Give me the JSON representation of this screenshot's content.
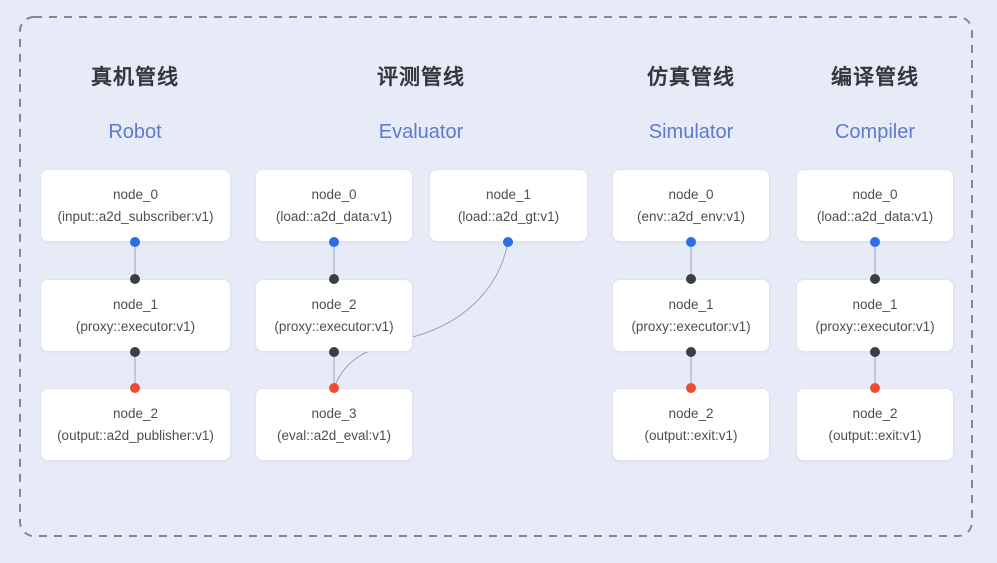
{
  "diagram": {
    "kind": "pipeline-architecture",
    "colors": {
      "background": "#e7ebf7",
      "frame_dash": "#83878f",
      "wire": "#9aa3b8",
      "port_blue": "#2b6de3",
      "port_black": "#3c3e42",
      "port_red": "#f04a33",
      "header_zh": "#33363c",
      "header_en": "#5b7cc9",
      "node_fill": "#ffffff",
      "node_border": "#e1e3e9"
    },
    "pipelines": [
      {
        "id": "robot",
        "title_zh": "真机管线",
        "title_en": "Robot",
        "nodes": [
          {
            "name": "node_0",
            "impl": "(input::a2d_subscriber:v1)"
          },
          {
            "name": "node_1",
            "impl": "(proxy::executor:v1)"
          },
          {
            "name": "node_2",
            "impl": "(output::a2d_publisher:v1)"
          }
        ]
      },
      {
        "id": "evaluator",
        "title_zh": "评测管线",
        "title_en": "Evaluator",
        "nodes": [
          {
            "name": "node_0",
            "impl": "(load::a2d_data:v1)"
          },
          {
            "name": "node_1",
            "impl": "(load::a2d_gt:v1)"
          },
          {
            "name": "node_2",
            "impl": "(proxy::executor:v1)"
          },
          {
            "name": "node_3",
            "impl": "(eval::a2d_eval:v1)"
          }
        ]
      },
      {
        "id": "simulator",
        "title_zh": "仿真管线",
        "title_en": "Simulator",
        "nodes": [
          {
            "name": "node_0",
            "impl": "(env::a2d_env:v1)"
          },
          {
            "name": "node_1",
            "impl": "(proxy::executor:v1)"
          },
          {
            "name": "node_2",
            "impl": "(output::exit:v1)"
          }
        ]
      },
      {
        "id": "compiler",
        "title_zh": "编译管线",
        "title_en": "Compiler",
        "nodes": [
          {
            "name": "node_0",
            "impl": "(load::a2d_data:v1)"
          },
          {
            "name": "node_1",
            "impl": "(proxy::executor:v1)"
          },
          {
            "name": "node_2",
            "impl": "(output::exit:v1)"
          }
        ]
      }
    ]
  }
}
